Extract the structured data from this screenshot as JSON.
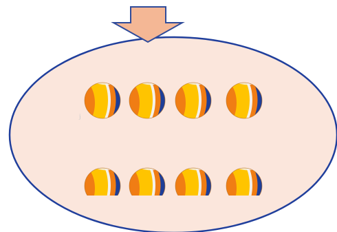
{
  "diagram": {
    "arrow": {
      "direction": "down",
      "fill": "#f4b795",
      "stroke": "#2f4b9a"
    },
    "ellipse": {
      "fill": "#fbe6dc",
      "stroke": "#203f9c"
    },
    "ball_rows": [
      {
        "count": 4,
        "cropped": false
      },
      {
        "count": 4,
        "cropped": true
      }
    ],
    "ball_colors": {
      "orange": "#f07d14",
      "yellow": "#ffc400",
      "blue": "#1e3e98",
      "white": "#f4f1ea"
    },
    "stray_mark": "j"
  }
}
